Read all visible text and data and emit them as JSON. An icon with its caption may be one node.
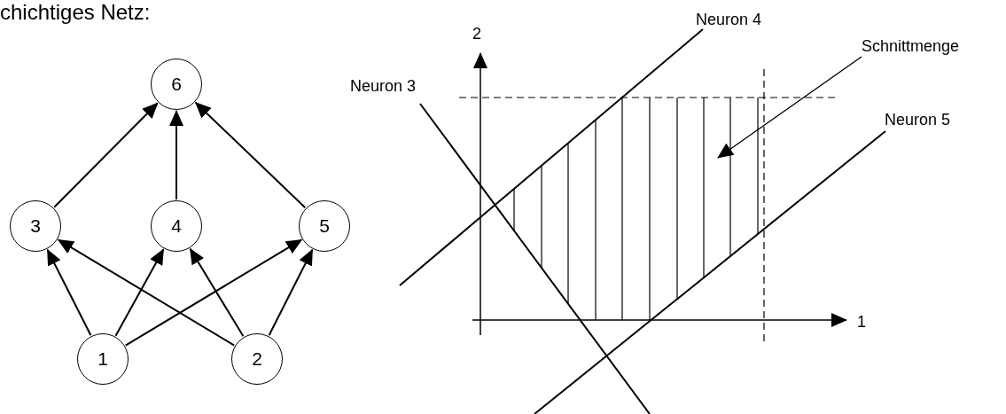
{
  "diagram": {
    "title": "chichtiges Netz:",
    "nodes": [
      {
        "text": [
          "6"
        ]
      },
      {
        "text": [
          "3"
        ]
      },
      {
        "text": [
          "4"
        ]
      },
      {
        "text": [
          "5"
        ]
      },
      {
        "text": [
          "1"
        ]
      },
      {
        "text": [
          "2"
        ]
      },
      {
        "text": [
          "Schnittmenge"
        ]
      },
      {
        "text": [],
        "shape": "hatching"
      }
    ],
    "edges": [
      {
        "from": 1,
        "to": 0,
        "arrow": "to"
      },
      {
        "from": 2,
        "to": 0,
        "arrow": "to"
      },
      {
        "from": 3,
        "to": 0,
        "arrow": "to"
      },
      {
        "from": 4,
        "to": 1,
        "arrow": "to"
      },
      {
        "from": 4,
        "to": 2,
        "arrow": "to"
      },
      {
        "from": 4,
        "to": 3,
        "arrow": "to"
      },
      {
        "from": 5,
        "to": 1,
        "arrow": "to"
      },
      {
        "from": 5,
        "to": 2,
        "arrow": "to"
      },
      {
        "from": 5,
        "to": 3,
        "arrow": "to"
      },
      {
        "from": 6,
        "to": 7,
        "arrow": "to"
      }
    ],
    "labels": [
      "Neuron 4",
      "2",
      "Neuron 3",
      "Neuron 5",
      "1"
    ]
  }
}
